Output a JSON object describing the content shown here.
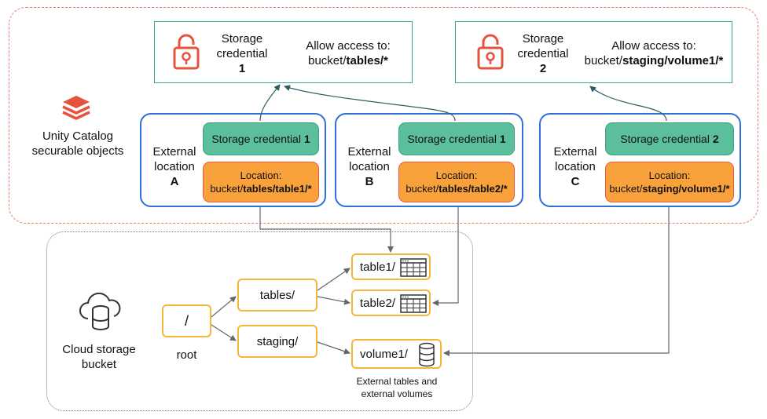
{
  "unity_catalog": {
    "label_line1": "Unity Catalog",
    "label_line2": "securable objects"
  },
  "storage_credentials": [
    {
      "title_line1": "Storage",
      "title_line2": "credential",
      "number": "1",
      "access_label": "Allow access to:",
      "path_prefix": "bucket/",
      "path_bold": "tables/*"
    },
    {
      "title_line1": "Storage",
      "title_line2": "credential",
      "number": "2",
      "access_label": "Allow access to:",
      "path_prefix": "bucket/",
      "path_bold": "staging/volume1/*"
    }
  ],
  "external_locations": [
    {
      "label_line1": "External",
      "label_line2": "location",
      "letter": "A",
      "credential_label": "Storage credential",
      "credential_number": "1",
      "location_label": "Location:",
      "path_prefix": "bucket/",
      "path_bold": "tables/table1/*"
    },
    {
      "label_line1": "External",
      "label_line2": "location",
      "letter": "B",
      "credential_label": "Storage credential",
      "credential_number": "1",
      "location_label": "Location:",
      "path_prefix": "bucket/",
      "path_bold": "tables/table2/*"
    },
    {
      "label_line1": "External",
      "label_line2": "location",
      "letter": "C",
      "credential_label": "Storage credential",
      "credential_number": "2",
      "location_label": "Location:",
      "path_prefix": "bucket/",
      "path_bold": "staging/volume1/*"
    }
  ],
  "cloud_storage": {
    "label_line1": "Cloud storage",
    "label_line2": "bucket",
    "root_node": "/",
    "root_label": "root",
    "folders": [
      "tables/",
      "staging/"
    ],
    "leaves": [
      "table1/",
      "table2/",
      "volume1/"
    ],
    "caption_line1": "External tables and",
    "caption_line2": "external volumes"
  },
  "colors": {
    "credential_border": "#3aa88a",
    "lock_icon": "#e5533c",
    "location_border": "#2f6fd8",
    "credential_fill": "#5cbf9c",
    "location_fill": "#f9a23c",
    "node_border": "#f5b63a",
    "arrow_up": "#2e5a62",
    "arrow_down": "#666666"
  }
}
